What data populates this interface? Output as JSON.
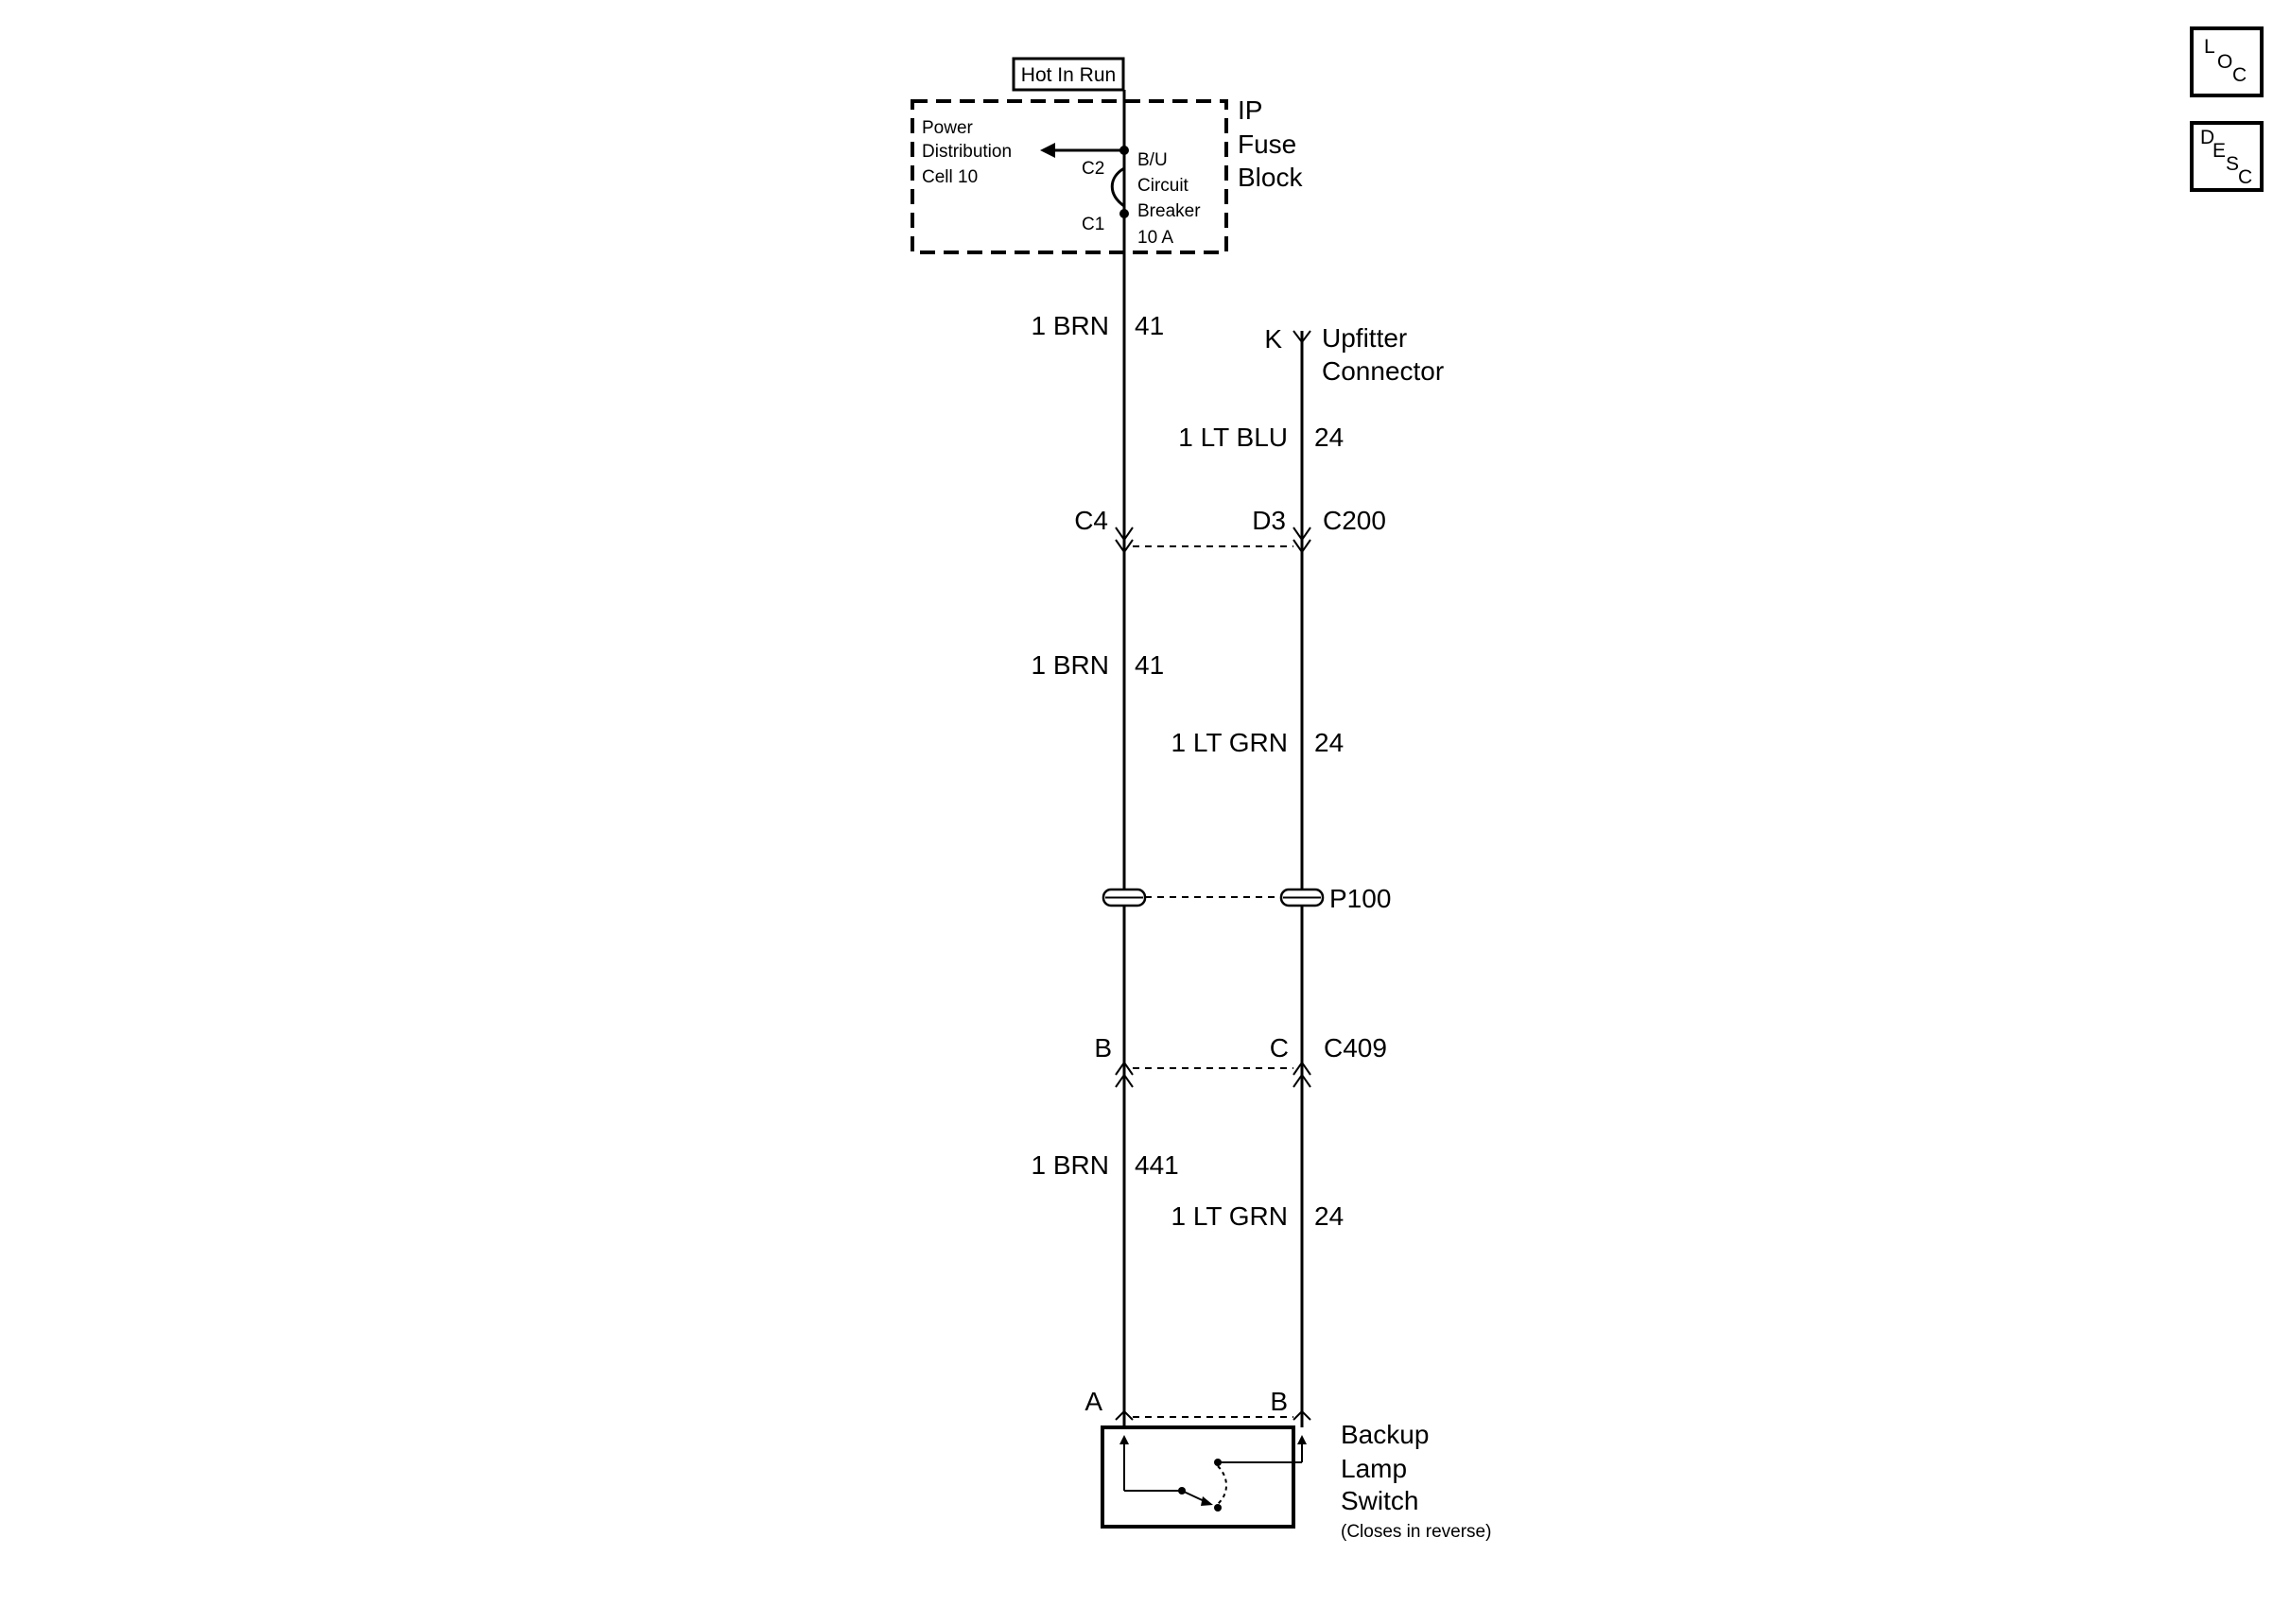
{
  "power_source": {
    "label": "Hot In Run"
  },
  "fuse_block": {
    "name_lines": [
      "IP",
      "Fuse",
      "Block"
    ],
    "power_distribution_lines": [
      "Power",
      "Distribution",
      "Cell 10"
    ],
    "breaker_lines": [
      "B/U",
      "Circuit",
      "Breaker",
      "10 A"
    ],
    "pin_c2": "C2",
    "pin_c1": "C1"
  },
  "upfitter": {
    "pin": "K",
    "name_lines": [
      "Upfitter",
      "Connector"
    ]
  },
  "wires": [
    {
      "id": "w1",
      "color": "1 BRN",
      "circuit": "41"
    },
    {
      "id": "w2",
      "color": "1 LT BLU",
      "circuit": "24"
    },
    {
      "id": "w3",
      "color": "1 BRN",
      "circuit": "41"
    },
    {
      "id": "w4",
      "color": "1 LT GRN",
      "circuit": "24"
    },
    {
      "id": "w5",
      "color": "1 BRN",
      "circuit": "441"
    },
    {
      "id": "w6",
      "color": "1 LT GRN",
      "circuit": "24"
    }
  ],
  "connectors": {
    "c200": {
      "name": "C200",
      "left_pin": "C4",
      "right_pin": "D3"
    },
    "p100": {
      "name": "P100"
    },
    "c409": {
      "name": "C409",
      "left_pin": "B",
      "right_pin": "C"
    }
  },
  "switch": {
    "pin_a": "A",
    "pin_b": "B",
    "name_lines": [
      "Backup",
      "Lamp",
      "Switch"
    ],
    "note": "(Closes in reverse)"
  },
  "side_buttons": {
    "loc": {
      "letters": [
        "L",
        "O",
        "C"
      ]
    },
    "desc": {
      "letters": [
        "D",
        "E",
        "S",
        "C"
      ]
    }
  }
}
